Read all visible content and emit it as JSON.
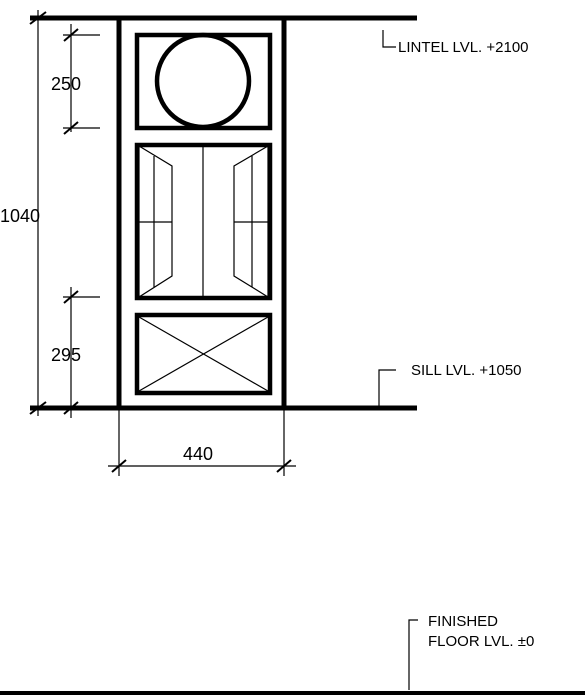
{
  "dimensions": {
    "overall_height": "1040",
    "top_panel": "250",
    "bottom_panel": "295",
    "width": "440"
  },
  "levels": {
    "lintel": "LINTEL LVL. +2100",
    "sill": "SILL LVL. +1050",
    "floor_line1": "FINISHED",
    "floor_line2": "FLOOR LVL.  ±0"
  }
}
